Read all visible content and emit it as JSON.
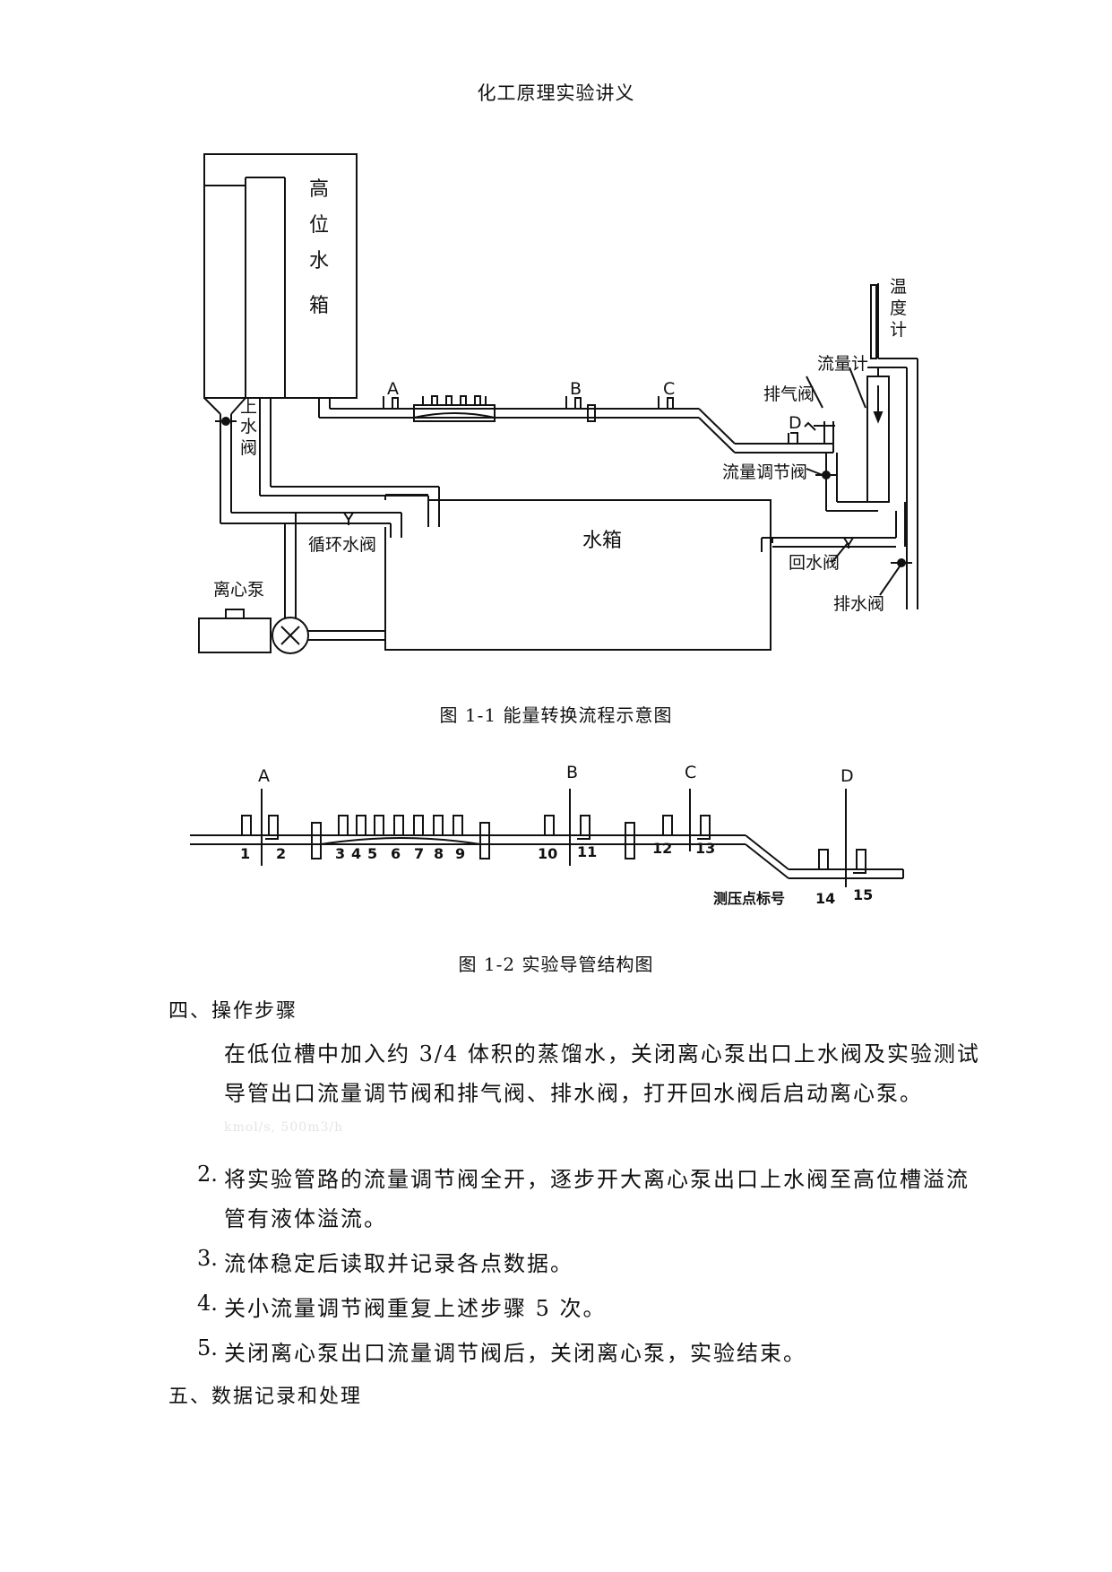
{
  "header": "化工原理实验讲义",
  "figure1": {
    "caption": "图 1-1  能量转换流程示意图",
    "labels": {
      "high_tank": [
        "高",
        "位",
        "水",
        "箱"
      ],
      "inlet_valve": [
        "上",
        "水",
        "阀"
      ],
      "point_a": "A",
      "point_b": "B",
      "point_c": "C",
      "point_d": "D",
      "thermometer": [
        "温",
        "度",
        "计"
      ],
      "flowmeter": "流量计",
      "vent_valve": "排气阀",
      "flow_control_valve": "流量调节阀",
      "circulation_valve": "循环水阀",
      "water_tank": "水箱",
      "return_valve": "回水阀",
      "drain_valve": "排水阀",
      "pump": "离心泵"
    }
  },
  "figure2": {
    "caption": "图 1-2 实验导管结构图",
    "points": {
      "a": "A",
      "b": "B",
      "c": "C",
      "d": "D"
    },
    "tap_numbers": [
      "1",
      "2",
      "3",
      "4",
      "5",
      "6",
      "7",
      "8",
      "9",
      "10",
      "11",
      "12",
      "13",
      "14",
      "15"
    ],
    "legend": "测压点标号"
  },
  "section4": {
    "title": "四、操作步骤",
    "steps": [
      {
        "num": "",
        "lines": [
          "在低位槽中加入约 3/4 体积的蒸馏水，关闭离心泵出口上水阀及实验测试",
          "导管出口流量调节阀和排气阀、排水阀，打开回水阀后启动离心泵。"
        ]
      },
      {
        "num": "2.",
        "lines": [
          "将实验管路的流量调节阀全开，逐步开大离心泵出口上水阀至高位槽溢流",
          "管有液体溢流。"
        ]
      },
      {
        "num": "3.",
        "lines": [
          "流体稳定后读取并记录各点数据。"
        ]
      },
      {
        "num": "4.",
        "lines": [
          "关小流量调节阀重复上述步骤 5 次。"
        ]
      },
      {
        "num": "5.",
        "lines": [
          "关闭离心泵出口流量调节阀后，关闭离心泵，实验结束。"
        ]
      }
    ],
    "faint_note": "kmol/s, 500m3/h"
  },
  "section5": {
    "title": "五、数据记录和处理"
  }
}
